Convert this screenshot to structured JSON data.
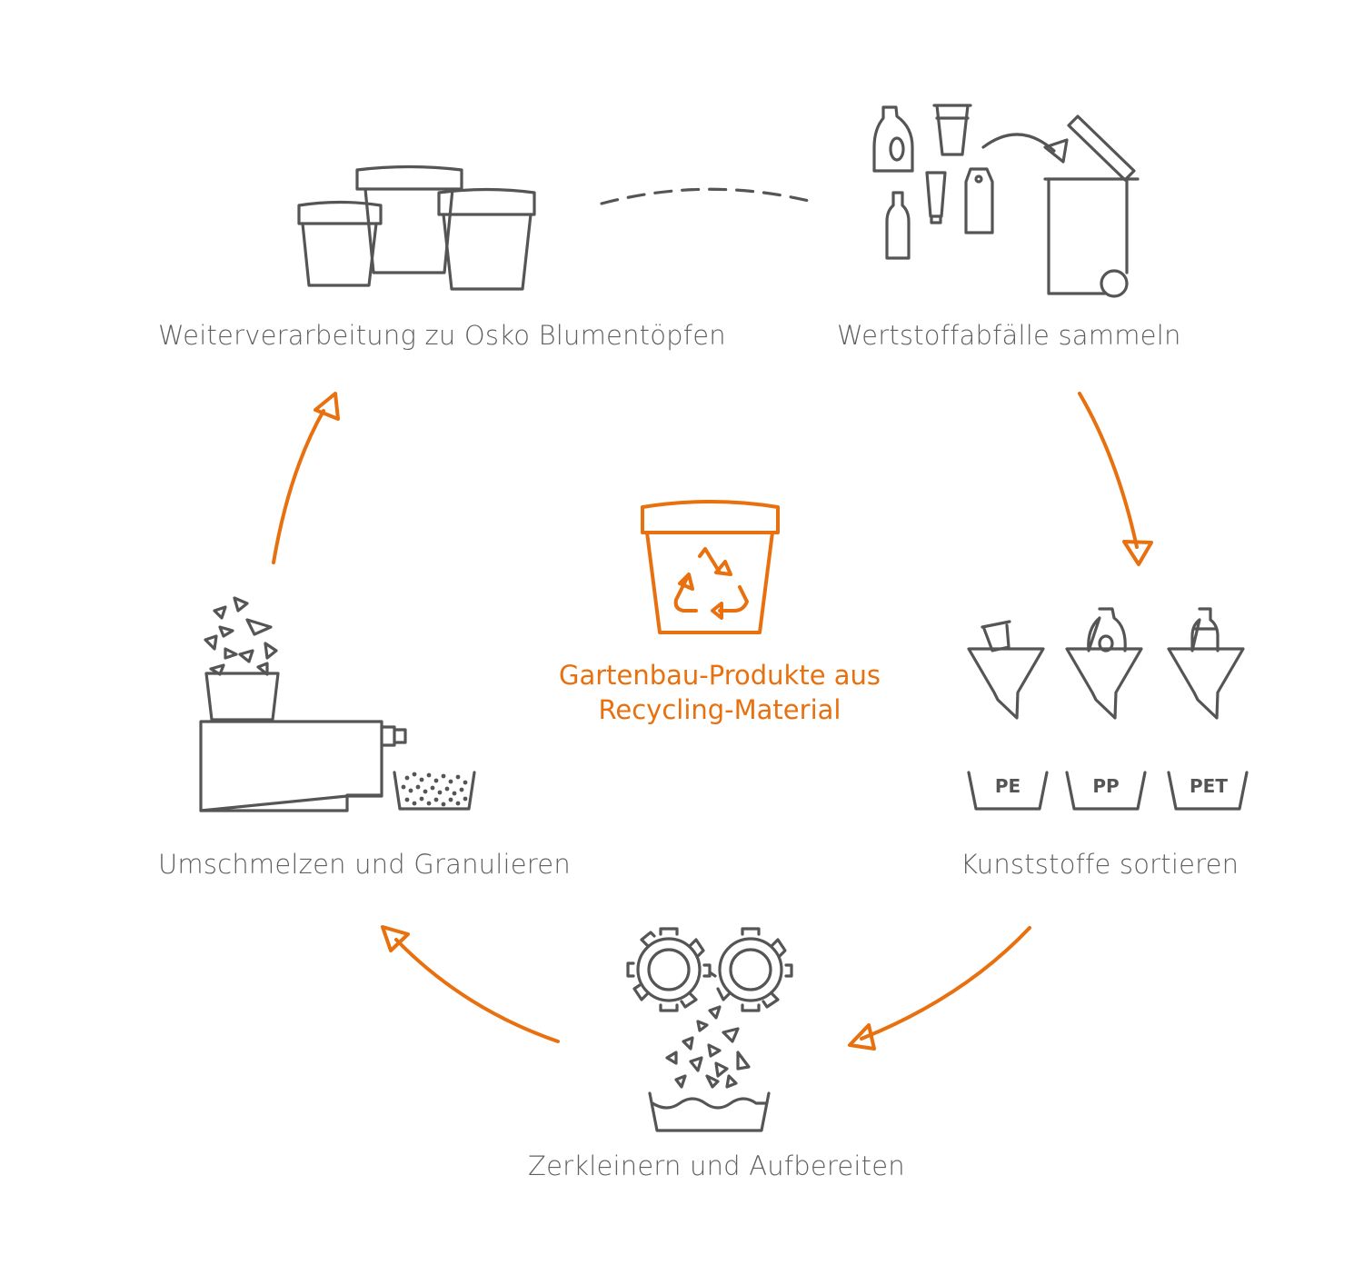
{
  "steps": {
    "collect": "Wertstoffabfälle sammeln",
    "sort": "Kunststoffe sortieren",
    "shred": "Zerkleinern und Aufbereiten",
    "melt": "Umschmelzen und Granulieren",
    "process": "Weiterverarbeitung zu Osko Blumentöpfen"
  },
  "center": {
    "line1": "Gartenbau-Produkte aus",
    "line2": "Recycling-Material"
  },
  "bins": [
    "PE",
    "PP",
    "PET"
  ],
  "colors": {
    "accent": "#E8700E",
    "icon": "#555555",
    "text": "#606060"
  }
}
